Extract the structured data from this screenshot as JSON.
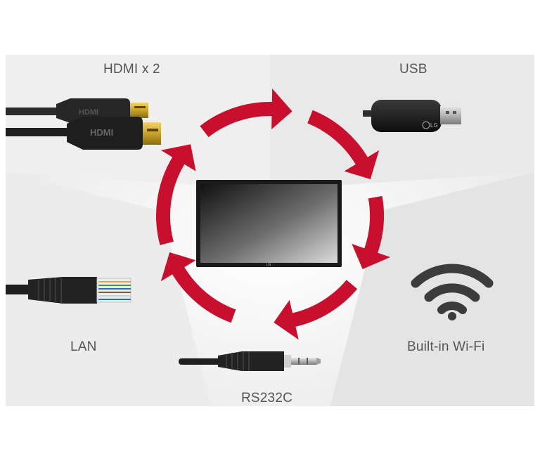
{
  "labels": {
    "hdmi": "HDMI x 2",
    "usb": "USB",
    "lan": "LAN",
    "wifi": "Built-in Wi-Fi",
    "rs232c": "RS232C"
  },
  "brand": {
    "usb_logo": "LG",
    "monitor_logo": "LG",
    "hdmi_plug_logo": "HDMI"
  },
  "colors": {
    "arrow": "#c8102e",
    "panel_light": "#f3f3f3",
    "panel_mid": "#e6e6e6",
    "label_text": "#555555",
    "cable": "#2a2a2a",
    "gold": "#c9a227",
    "wifi_icon": "#3c3c3c"
  },
  "icons": [
    "hdmi-cable-icon",
    "usb-dongle-icon",
    "ethernet-cable-icon",
    "wifi-icon",
    "audio-jack-cable-icon",
    "monitor-icon",
    "cycle-arrows-icon"
  ]
}
